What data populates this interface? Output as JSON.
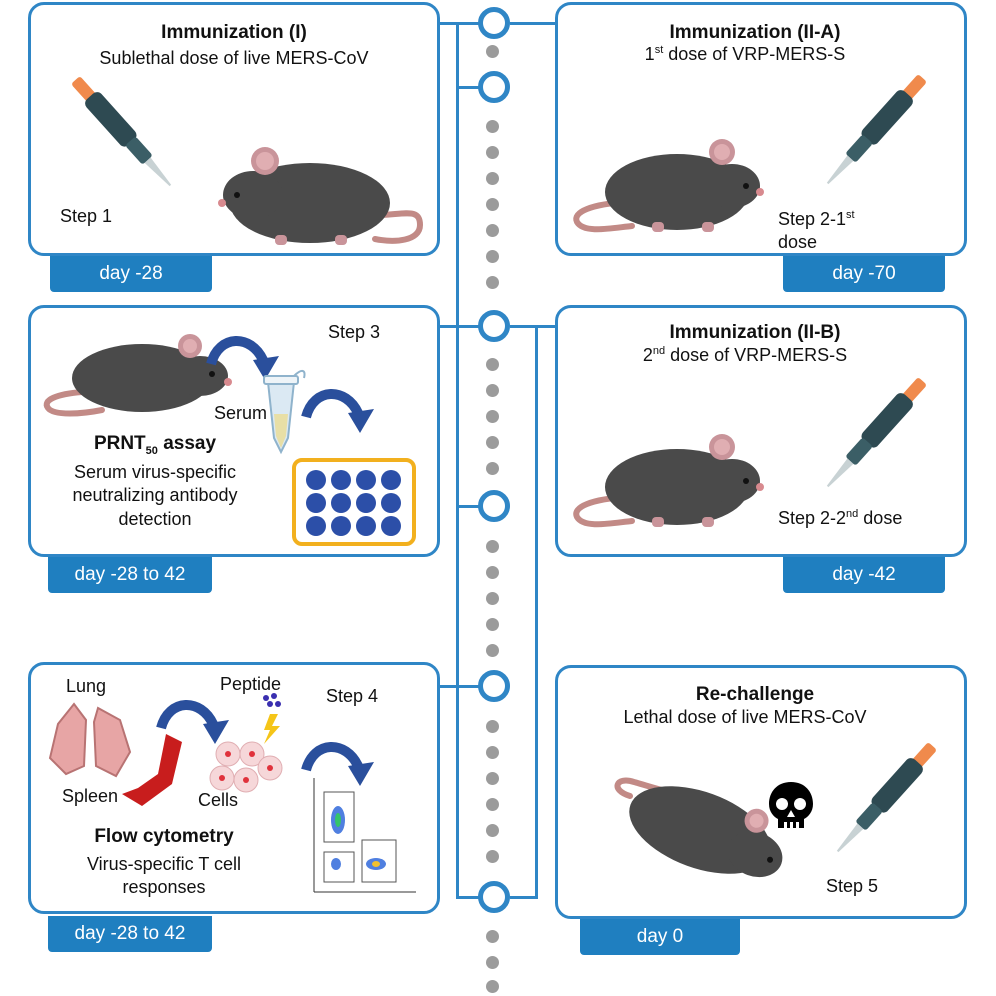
{
  "panels": {
    "imm1": {
      "title": "Immunization (I)",
      "subtitle": "Sublethal dose of live MERS-CoV",
      "step": "Step 1",
      "day": "day -28"
    },
    "imm2a": {
      "title": "Immunization (II-A)",
      "subtitle_pre": "1",
      "subtitle_sup": "st",
      "subtitle_post": " dose of VRP-MERS-S",
      "step_line1_pre": "Step 2-1",
      "step_line1_sup": "st",
      "step_line2": "dose",
      "day": "day -70"
    },
    "prnt": {
      "step": "Step 3",
      "serum": "Serum",
      "title_pre": "PRNT",
      "title_sub": "50",
      "title_post": " assay",
      "desc_line1": "Serum virus-specific",
      "desc_line2": "neutralizing antibody",
      "desc_line3": "detection",
      "day": "day -28 to 42"
    },
    "imm2b": {
      "title": "Immunization (II-B)",
      "subtitle_pre": "2",
      "subtitle_sup": "nd",
      "subtitle_post": " dose of VRP-MERS-S",
      "step_pre": "Step 2-2",
      "step_sup": "nd",
      "step_post": " dose",
      "day": "day -42"
    },
    "flow": {
      "lung": "Lung",
      "spleen": "Spleen",
      "cells": "Cells",
      "peptide": "Peptide",
      "step": "Step 4",
      "title": "Flow cytometry",
      "desc_line1": "Virus-specific T cell",
      "desc_line2": "responses",
      "day": "day -28 to 42"
    },
    "rechallenge": {
      "title": "Re-challenge",
      "subtitle": "Lethal dose of live MERS-CoV",
      "step": "Step 5",
      "day": "day 0"
    }
  },
  "colors": {
    "accent": "#2f86c6",
    "tag": "#1f7fc0",
    "dots": "#9b9b9b",
    "mouse": "#4a4a4a",
    "pipette": "#2e4a52",
    "arrow": "#2a4f9c",
    "well_border": "#f2b01e",
    "well": "#2c4fa8",
    "spleen": "#c81d1d",
    "lung": "#e7a5a5"
  }
}
